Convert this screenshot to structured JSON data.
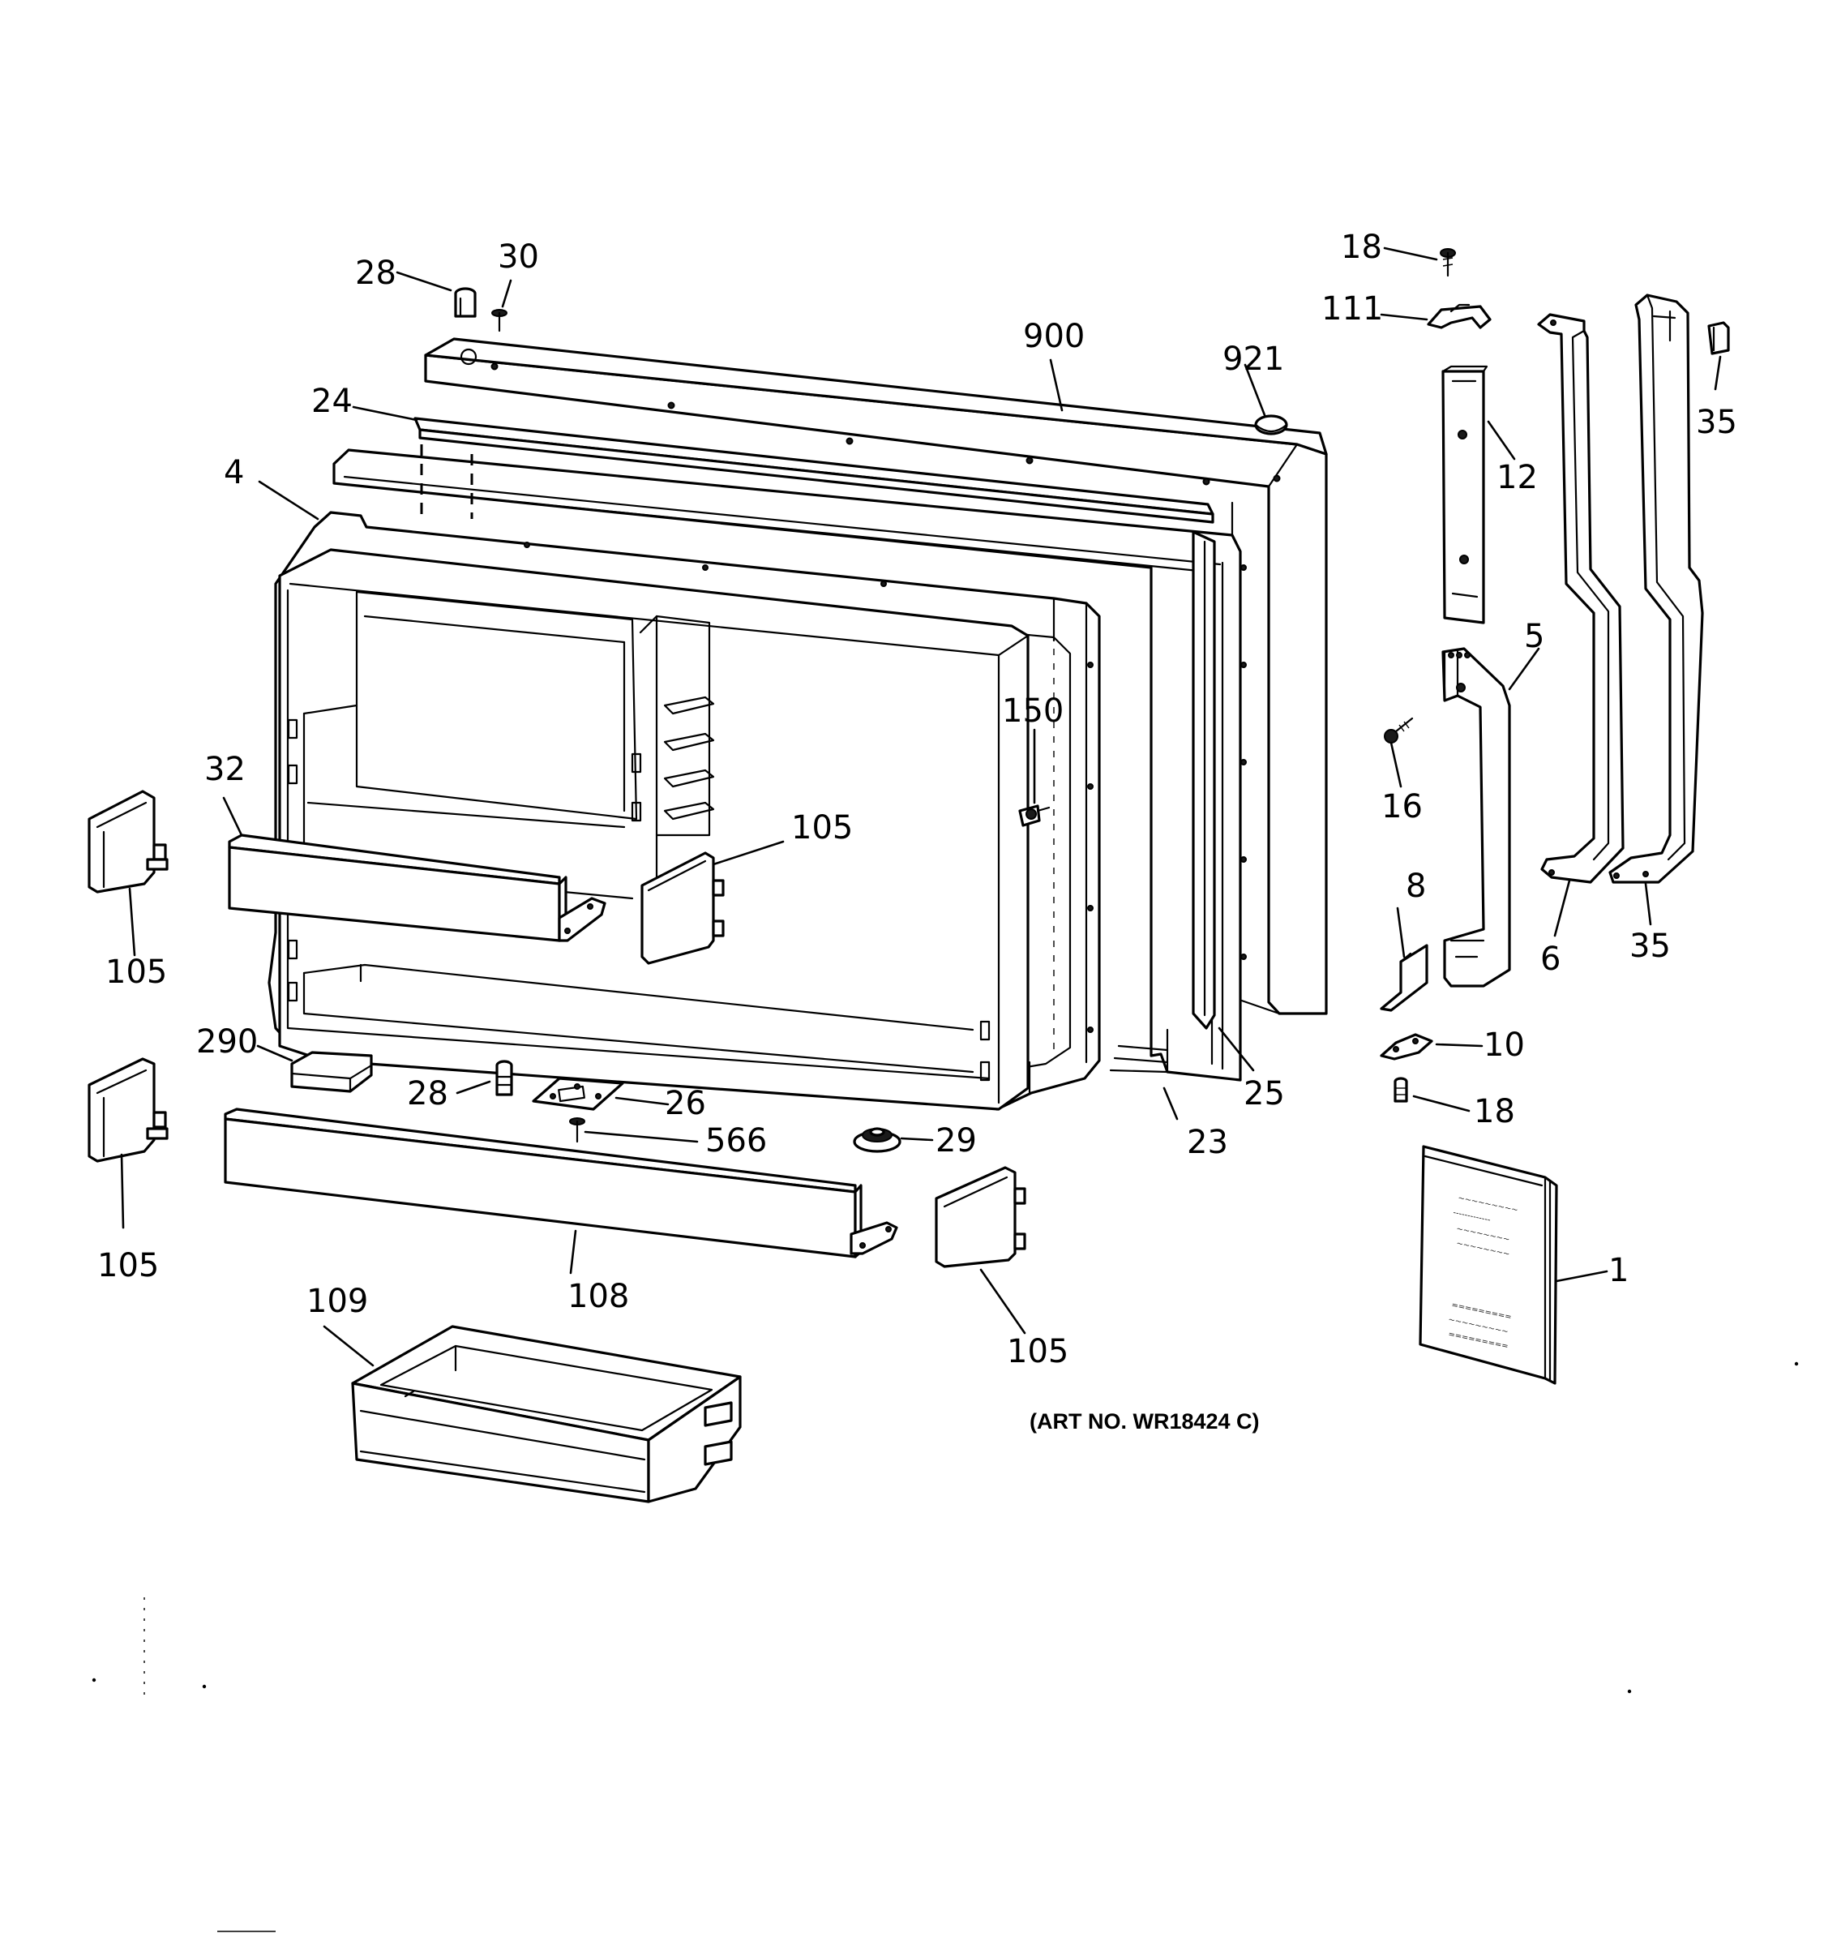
{
  "diagram": {
    "art_number": "(ART NO. WR18424 C)",
    "callouts": {
      "c28_top": "28",
      "c30": "30",
      "c24": "24",
      "c4": "4",
      "c900": "900",
      "c921": "921",
      "c18_top": "18",
      "c111": "111",
      "c12": "12",
      "c35_top": "35",
      "c5": "5",
      "c150": "150",
      "c16": "16",
      "c32": "32",
      "c105_left_upper": "105",
      "c105_inner": "105",
      "c105_left_lower": "105",
      "c105_bottom": "105",
      "c8": "8",
      "c6": "6",
      "c35_bottom": "35",
      "c10": "10",
      "c18_bottom": "18",
      "c290": "290",
      "c28_mid": "28",
      "c26": "26",
      "c566": "566",
      "c29": "29",
      "c23": "23",
      "c25": "25",
      "c1": "1",
      "c108": "108",
      "c109": "109"
    }
  }
}
